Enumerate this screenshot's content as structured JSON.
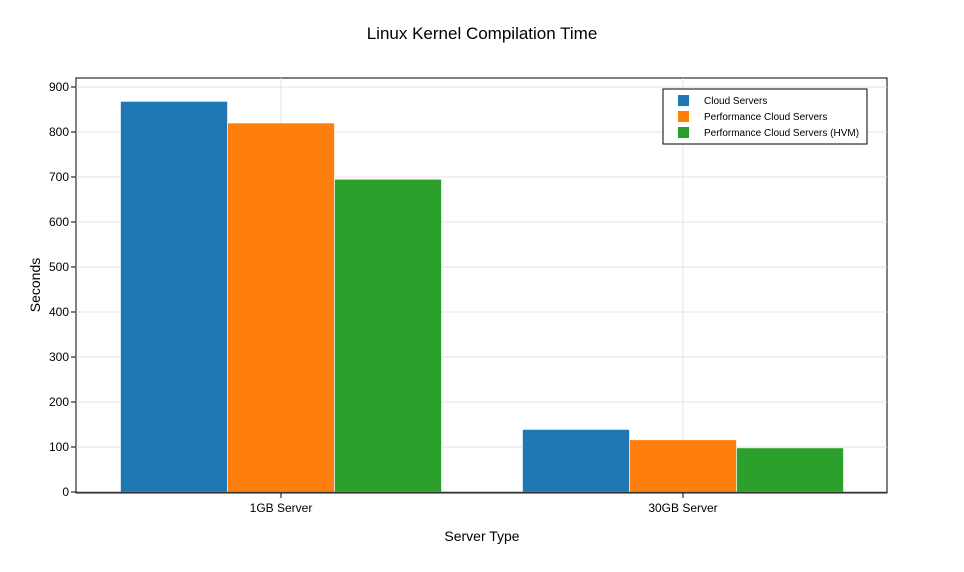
{
  "chart_data": {
    "type": "bar",
    "title": "Linux Kernel Compilation Time",
    "xlabel": "Server Type",
    "ylabel": "Seconds",
    "categories": [
      "1GB Server",
      "30GB Server"
    ],
    "series": [
      {
        "name": "Cloud Servers",
        "color": "#1f77b4",
        "values": [
          868,
          139
        ]
      },
      {
        "name": "Performance Cloud Servers",
        "color": "#ff7f0e",
        "values": [
          820,
          116
        ]
      },
      {
        "name": "Performance Cloud Servers (HVM)",
        "color": "#2ca02c",
        "values": [
          695,
          98
        ]
      }
    ],
    "ylim": [
      0,
      900
    ],
    "yticks": [
      0,
      100,
      200,
      300,
      400,
      500,
      600,
      700,
      800,
      900
    ],
    "grid": true,
    "legend_position": "top-right"
  }
}
